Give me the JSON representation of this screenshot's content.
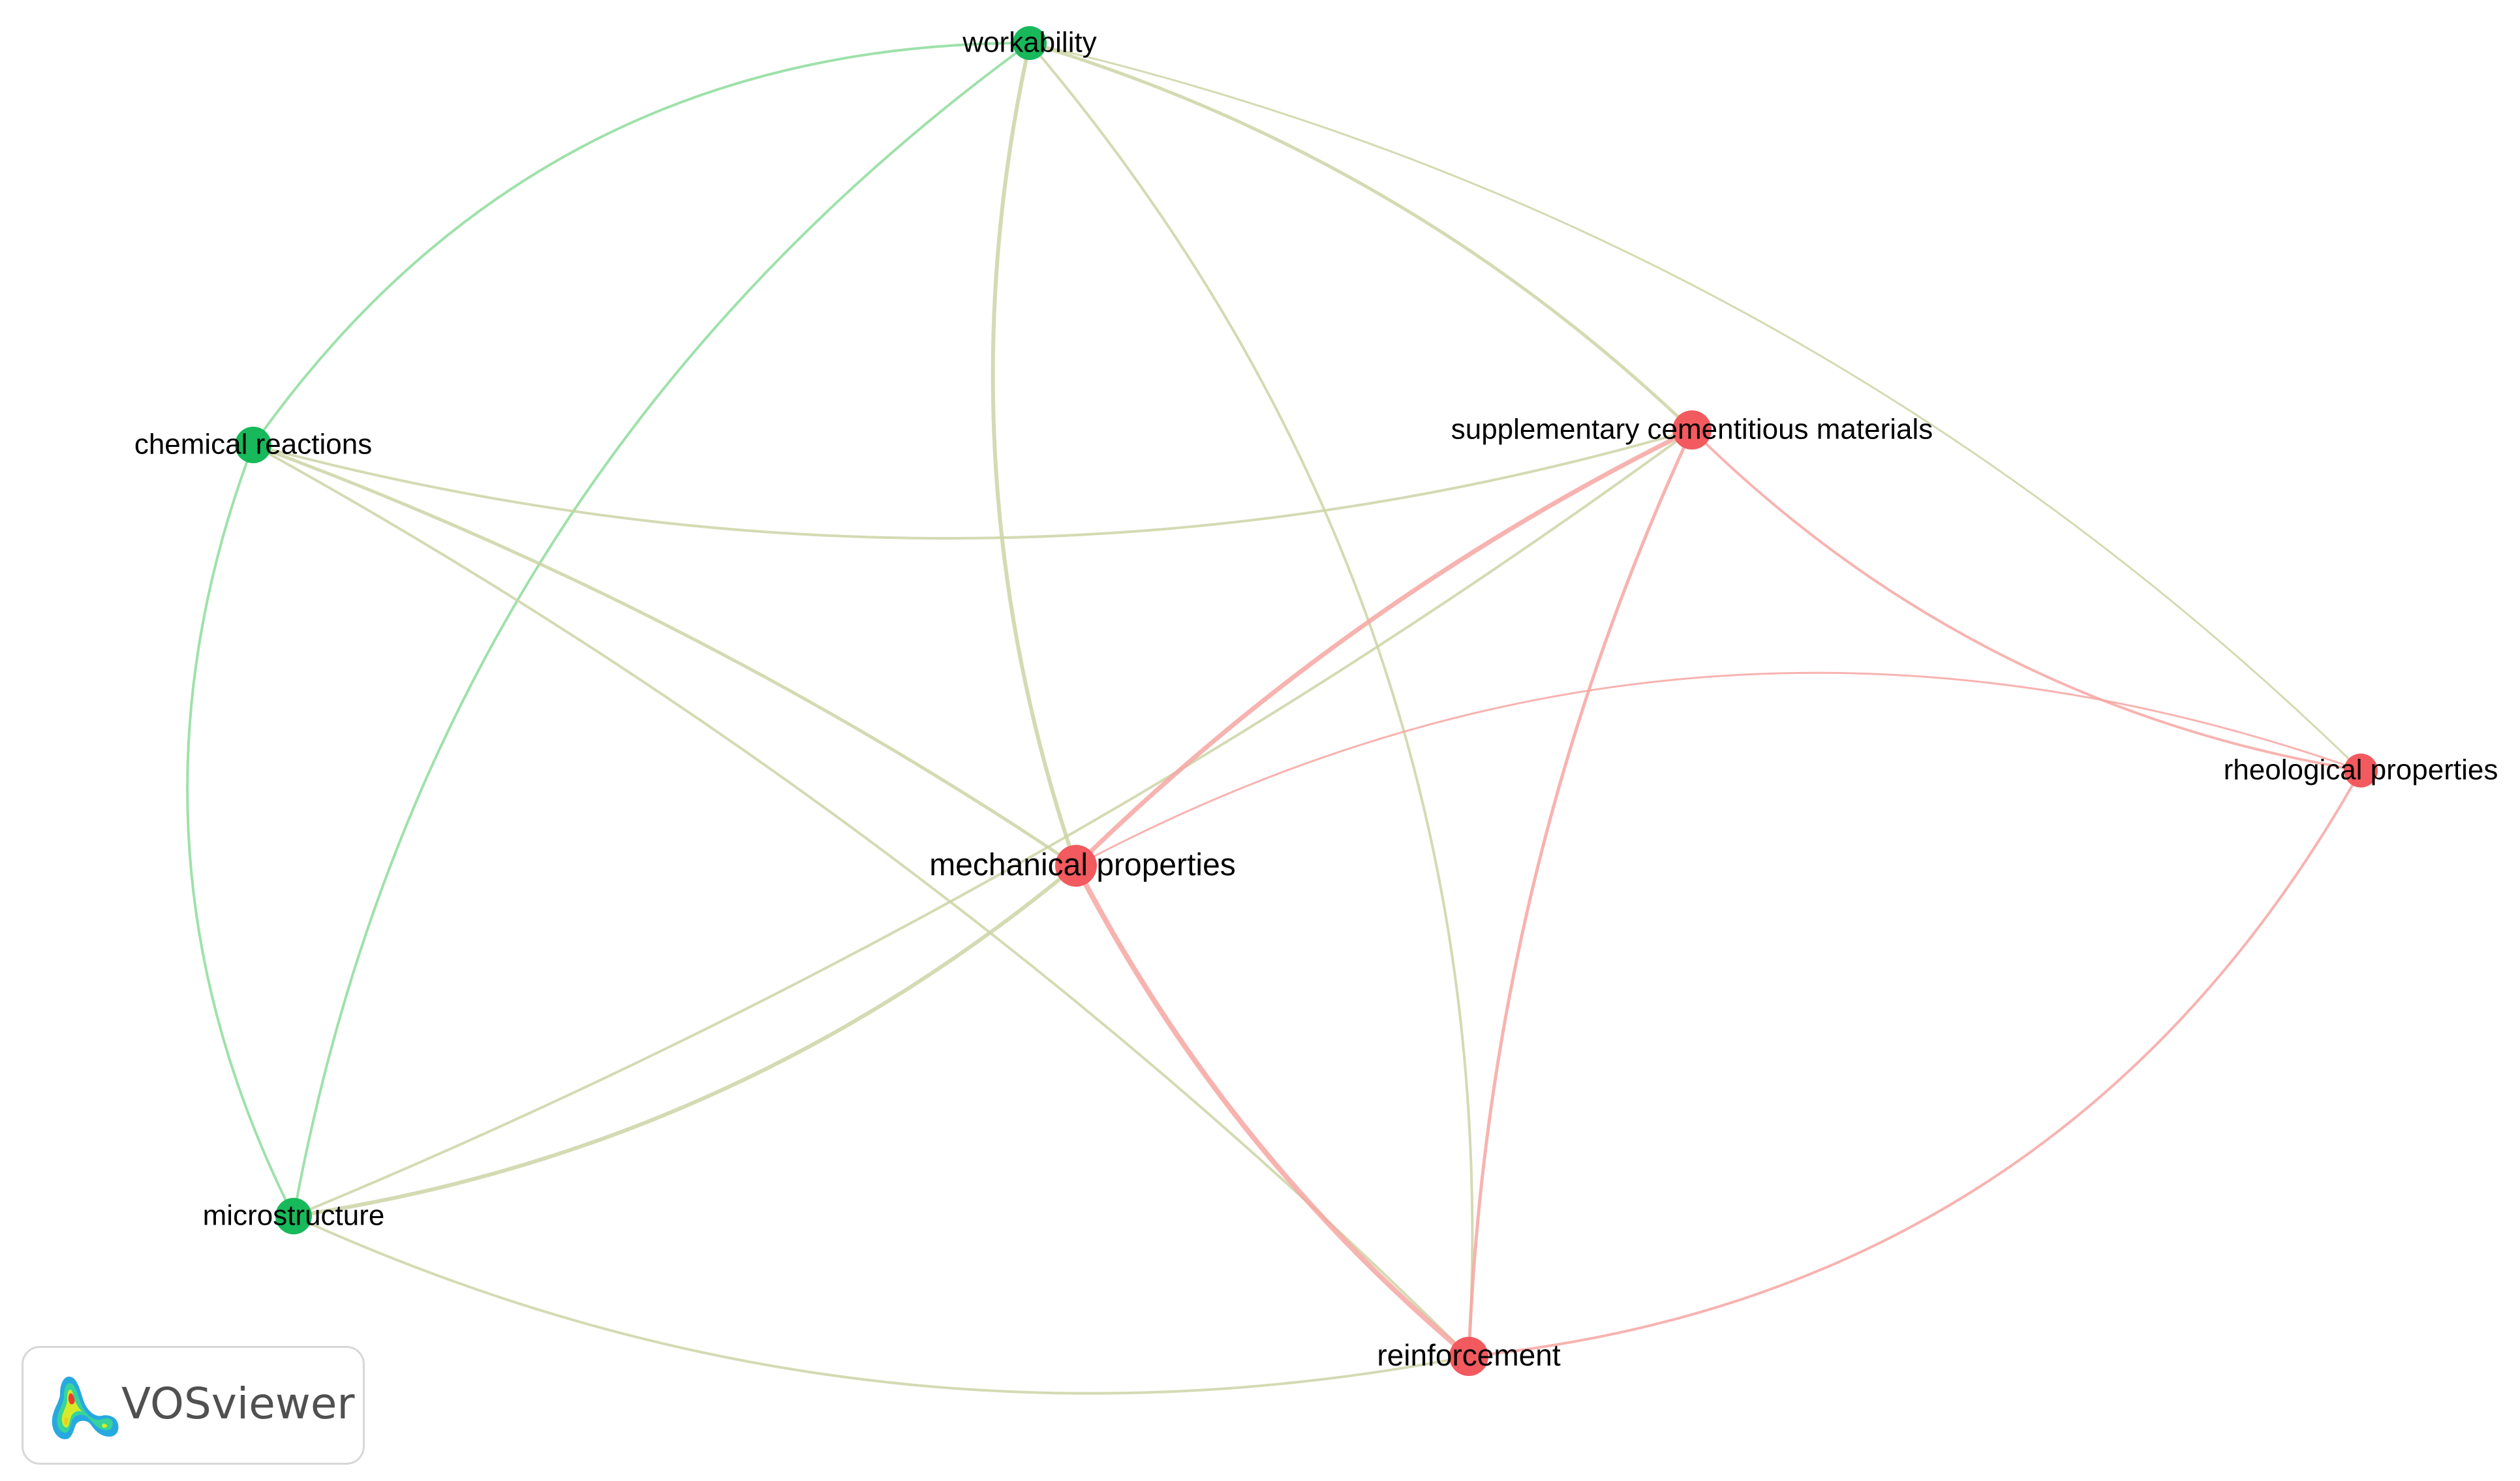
{
  "brand": {
    "name": "VOSviewer",
    "icon": "vosviewer-logo-icon"
  },
  "colors": {
    "cluster_green": "#17b95a",
    "cluster_red": "#f25a5f",
    "edge_green": "#8ddc9b",
    "edge_red": "#f6a6a2",
    "edge_mixed": "#cdd3a4"
  },
  "clusters": [
    {
      "id": 1,
      "color": "#f25a5f"
    },
    {
      "id": 2,
      "color": "#17b95a"
    }
  ],
  "nodes": [
    {
      "id": "workability",
      "label": "workability",
      "cluster": 2
    },
    {
      "id": "chemical-reactions",
      "label": "chemical reactions",
      "cluster": 2
    },
    {
      "id": "microstructure",
      "label": "microstructure",
      "cluster": 2
    },
    {
      "id": "supplementary-cementitious-materials",
      "label": "supplementary cementitious materials",
      "cluster": 1
    },
    {
      "id": "rheological-properties",
      "label": "rheological properties",
      "cluster": 1
    },
    {
      "id": "mechanical-properties",
      "label": "mechanical properties",
      "cluster": 1
    },
    {
      "id": "reinforcement",
      "label": "reinforcement",
      "cluster": 1
    }
  ],
  "links": [
    {
      "source": "workability",
      "target": "chemical-reactions"
    },
    {
      "source": "workability",
      "target": "microstructure"
    },
    {
      "source": "workability",
      "target": "mechanical-properties"
    },
    {
      "source": "workability",
      "target": "reinforcement"
    },
    {
      "source": "workability",
      "target": "supplementary-cementitious-materials"
    },
    {
      "source": "workability",
      "target": "rheological-properties"
    },
    {
      "source": "chemical-reactions",
      "target": "microstructure"
    },
    {
      "source": "chemical-reactions",
      "target": "mechanical-properties"
    },
    {
      "source": "chemical-reactions",
      "target": "reinforcement"
    },
    {
      "source": "chemical-reactions",
      "target": "supplementary-cementitious-materials"
    },
    {
      "source": "microstructure",
      "target": "mechanical-properties"
    },
    {
      "source": "microstructure",
      "target": "supplementary-cementitious-materials"
    },
    {
      "source": "microstructure",
      "target": "reinforcement"
    },
    {
      "source": "supplementary-cementitious-materials",
      "target": "mechanical-properties"
    },
    {
      "source": "supplementary-cementitious-materials",
      "target": "reinforcement"
    },
    {
      "source": "supplementary-cementitious-materials",
      "target": "rheological-properties"
    },
    {
      "source": "mechanical-properties",
      "target": "reinforcement"
    },
    {
      "source": "mechanical-properties",
      "target": "rheological-properties"
    },
    {
      "source": "rheological-properties",
      "target": "reinforcement"
    }
  ]
}
